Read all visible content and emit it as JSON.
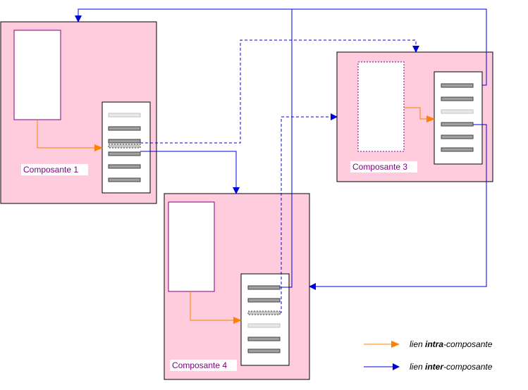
{
  "components": [
    {
      "label": "Composante 1",
      "slots": [
        "gray",
        "gray",
        "dotted",
        "gray",
        "gray",
        "gray"
      ],
      "first_slot": "light"
    },
    {
      "label": "Composante 3",
      "slots": [
        "gray",
        "gray",
        "light",
        "gray",
        "gray",
        "gray"
      ]
    },
    {
      "label": "Composante 4",
      "slots": [
        "gray",
        "gray",
        "dotted",
        "light",
        "gray",
        "gray"
      ]
    }
  ],
  "legend": {
    "intra": {
      "prefix": "lien ",
      "emph": "intra",
      "suffix": "-composante"
    },
    "inter": {
      "prefix": "lien ",
      "emph": "inter",
      "suffix": "-composante"
    }
  },
  "colors": {
    "component_fill": "#ffccdd",
    "module_border": "#800080",
    "intra_arrow": "#ff8000",
    "inter_arrow": "#0000dd"
  }
}
